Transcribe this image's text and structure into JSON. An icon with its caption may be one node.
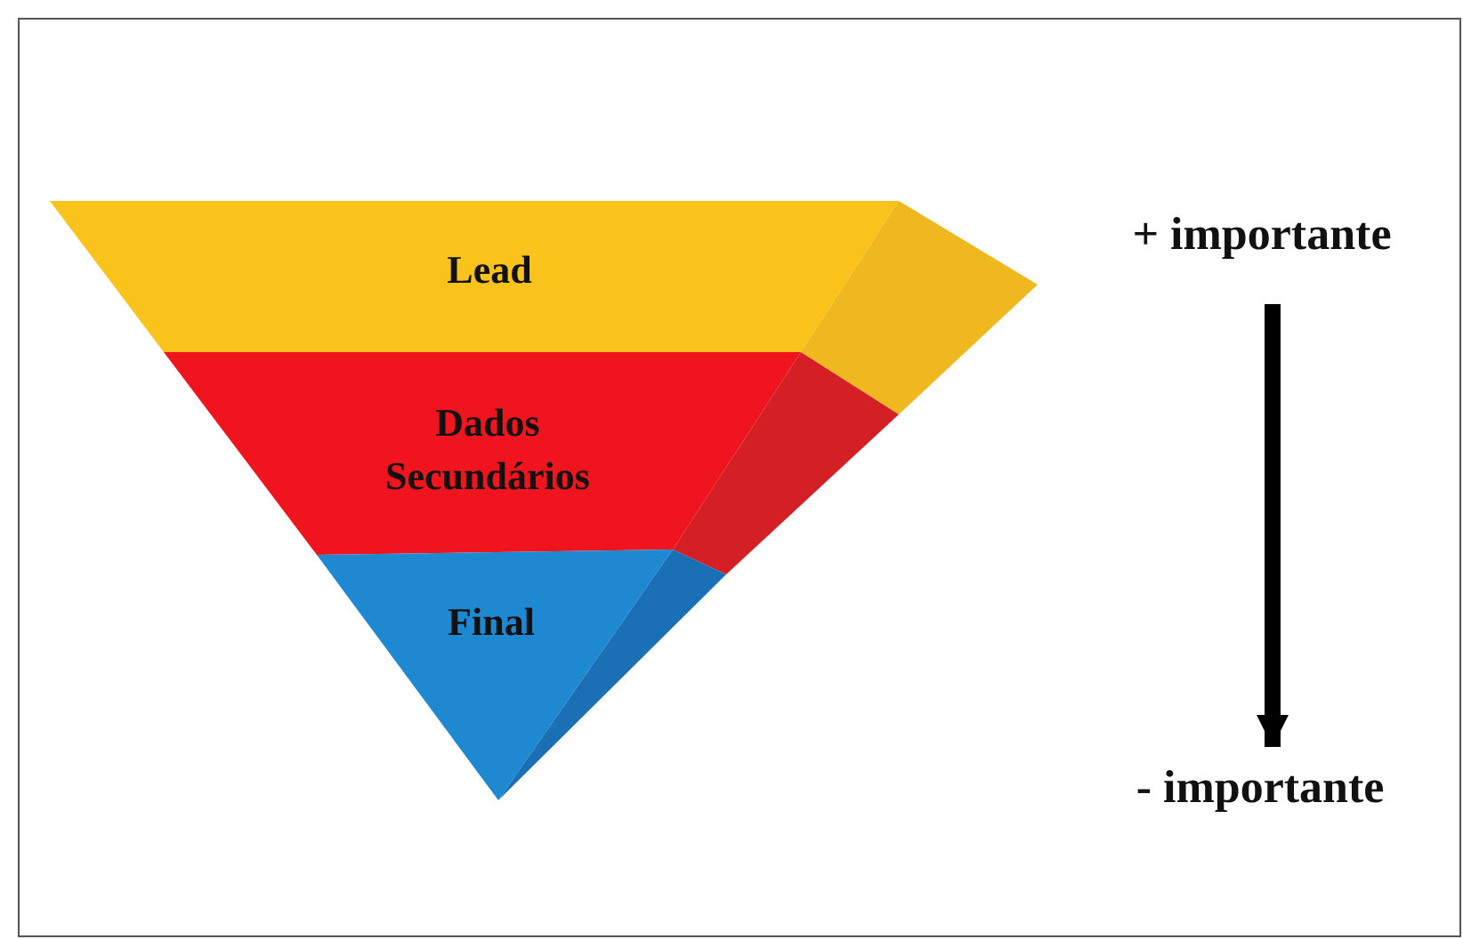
{
  "diagram": {
    "nodes": [
      {
        "text": [
          "Lead"
        ]
      },
      {
        "text": [
          "Dados Secundários"
        ]
      },
      {
        "text": [
          "Final"
        ]
      },
      {
        "text": [
          "+ importante"
        ]
      },
      {
        "text": [
          "- importante"
        ]
      }
    ],
    "edges": [
      {
        "from": 3,
        "to": 4,
        "arrow": "to"
      }
    ]
  }
}
